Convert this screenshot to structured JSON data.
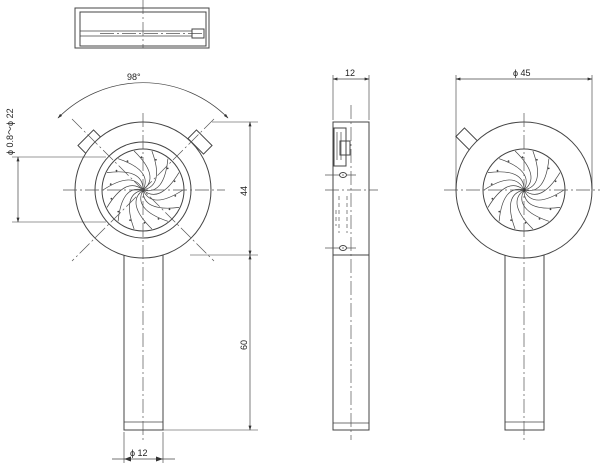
{
  "dimensions": {
    "angle": "98°",
    "aperture_range": "ϕ 0.8～ϕ 22",
    "ring_height": "44",
    "handle_length": "60",
    "handle_diameter": "ϕ 12",
    "side_thickness": "12",
    "outer_diameter": "ϕ 45"
  },
  "icons": {
    "blade": "iris-diaphragm-blades",
    "arrow": "dimension-arrow"
  }
}
